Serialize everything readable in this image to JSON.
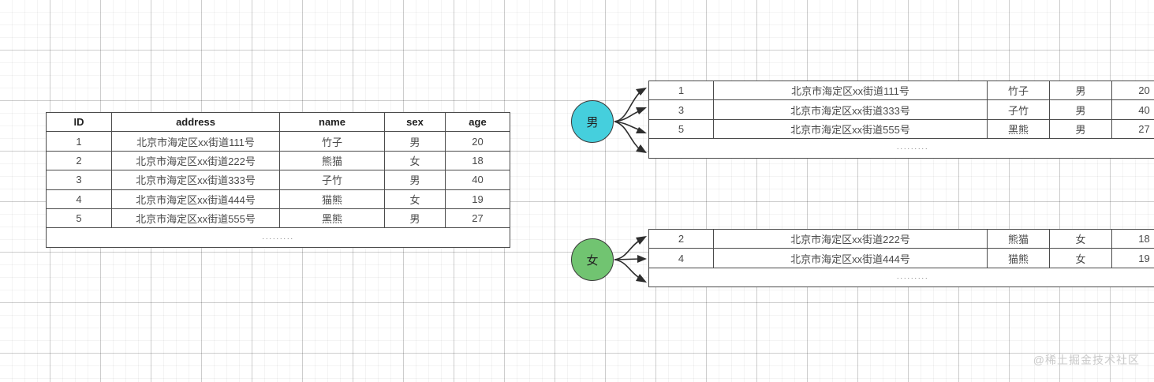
{
  "canvas": {
    "watermark": "@稀土掘金技术社区",
    "grid": {
      "minor_color": "#0000000b",
      "major_color": "#00000029"
    }
  },
  "source_table": {
    "name": "source-user-table",
    "headers": [
      "ID",
      "address",
      "name",
      "sex",
      "age"
    ],
    "rows": [
      [
        "1",
        "北京市海定区xx街道111号",
        "竹子",
        "男",
        "20"
      ],
      [
        "2",
        "北京市海定区xx街道222号",
        "熊猫",
        "女",
        "18"
      ],
      [
        "3",
        "北京市海定区xx街道333号",
        "子竹",
        "男",
        "40"
      ],
      [
        "4",
        "北京市海定区xx街道444号",
        "猫熊",
        "女",
        "19"
      ],
      [
        "5",
        "北京市海定区xx街道555号",
        "黑熊",
        "男",
        "27"
      ]
    ],
    "more_indicator": "·········"
  },
  "nodes": [
    {
      "id": "male",
      "label": "男",
      "color": "#45cfdd"
    },
    {
      "id": "female",
      "label": "女",
      "color": "#71c471"
    }
  ],
  "shards": [
    {
      "id": "male-shard",
      "node_label": "男",
      "rows": [
        [
          "1",
          "北京市海定区xx街道111号",
          "竹子",
          "男",
          "20"
        ],
        [
          "3",
          "北京市海定区xx街道333号",
          "子竹",
          "男",
          "40"
        ],
        [
          "5",
          "北京市海定区xx街道555号",
          "黑熊",
          "男",
          "27"
        ]
      ],
      "more_indicator": "·········"
    },
    {
      "id": "female-shard",
      "node_label": "女",
      "rows": [
        [
          "2",
          "北京市海定区xx街道222号",
          "熊猫",
          "女",
          "18"
        ],
        [
          "4",
          "北京市海定区xx街道444号",
          "猫熊",
          "女",
          "19"
        ]
      ],
      "more_indicator": "·········"
    }
  ]
}
